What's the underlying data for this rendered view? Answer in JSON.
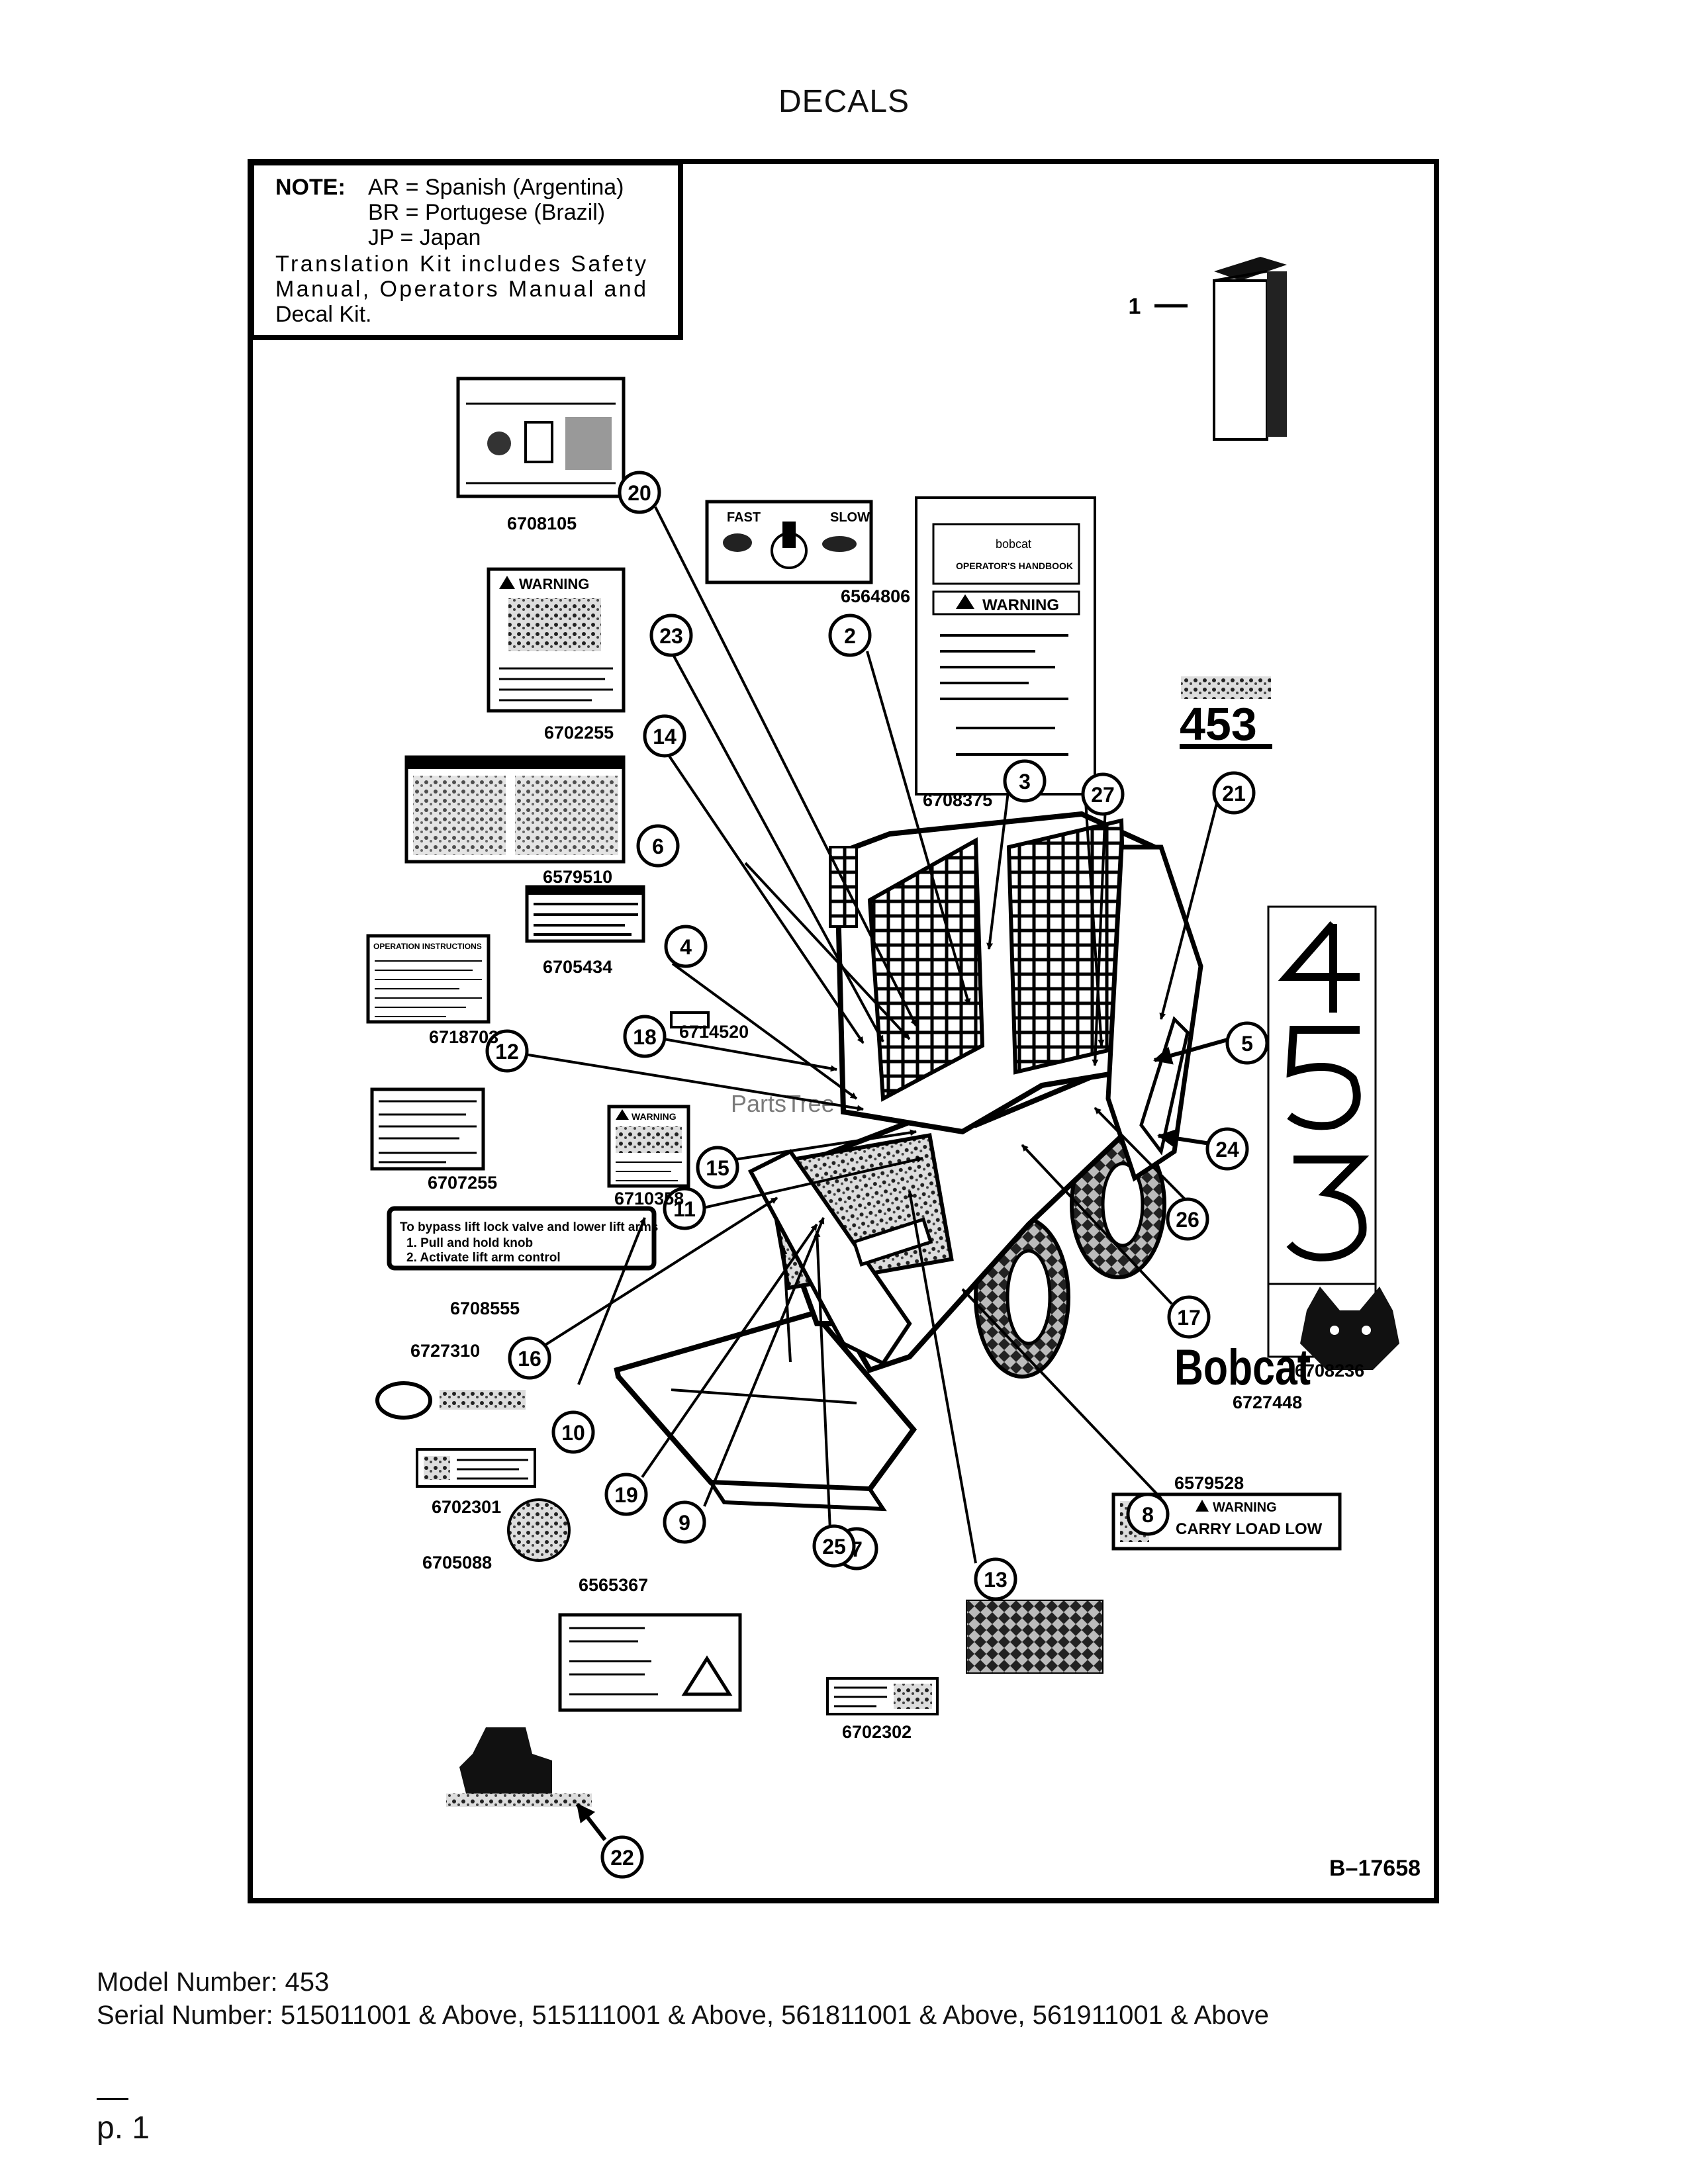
{
  "page": {
    "title": "DECALS",
    "model_line": "Model Number: 453",
    "serial_line": "Serial Number: 515011001 & Above, 515111001 & Above, 561811001 & Above, 561911001 & Above",
    "page_number": "p. 1"
  },
  "note": {
    "heading": "NOTE:",
    "line1": "AR = Spanish (Argentina)",
    "line2": "BR = Portugese (Brazil)",
    "line3": "JP = Japan",
    "line4": "Translation Kit includes Safety",
    "line5": "Manual, Operators Manual and",
    "line6": "Decal Kit."
  },
  "diagram": {
    "figure_id": "B–17658",
    "decal_text": {
      "fast": "FAST",
      "slow": "SLOW",
      "warning": "WARNING",
      "operators_handbook": "OPERATOR'S HANDBOOK",
      "bobcat_small": "bobcat",
      "big_453": "453",
      "operation_instructions": "OPERATION INSTRUCTIONS",
      "bypass_1": "To bypass lift lock valve and lower lift arms",
      "bypass_2": "1.  Pull and hold knob",
      "bypass_3": "2.  Activate lift arm control",
      "bobcat_logo": "Bobcat",
      "carry_load_low": "CARRY LOAD LOW",
      "watermark": "PartsTree"
    },
    "part_labels": [
      "6708105",
      "6564806",
      "6702255",
      "6579510",
      "6708375",
      "6705434",
      "6718703",
      "6714520",
      "6707255",
      "6710358",
      "6708555",
      "6727310",
      "6702301",
      "6705088",
      "6565367",
      "6708236",
      "6727448",
      "6579528",
      "6702302"
    ],
    "callouts": [
      "1",
      "2",
      "3",
      "4",
      "5",
      "6",
      "7",
      "8",
      "9",
      "10",
      "11",
      "12",
      "13",
      "14",
      "15",
      "16",
      "17",
      "18",
      "19",
      "20",
      "21",
      "22",
      "23",
      "24",
      "25",
      "26",
      "27"
    ]
  }
}
